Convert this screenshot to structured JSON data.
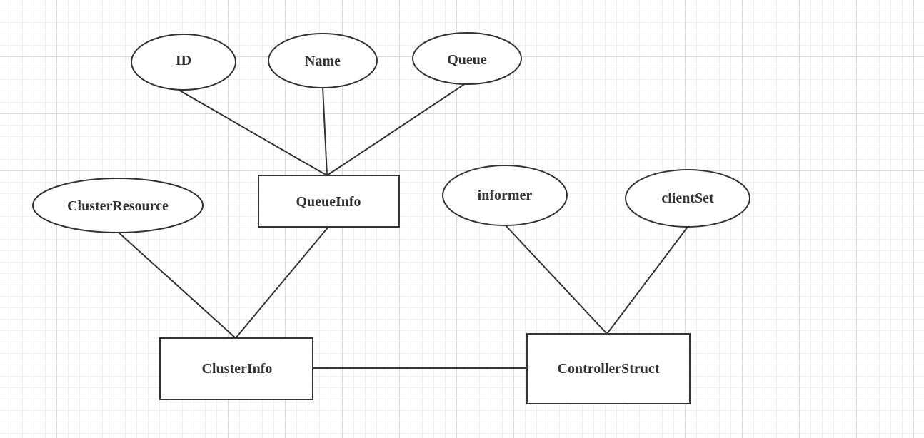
{
  "diagram": {
    "entities": {
      "queue_info": "QueueInfo",
      "cluster_info": "ClusterInfo",
      "controller_struct": "ControllerStruct"
    },
    "attributes": {
      "id": "ID",
      "name": "Name",
      "queue": "Queue",
      "cluster_resource": "ClusterResource",
      "informer": "informer",
      "client_set": "clientSet"
    },
    "relationships": [
      {
        "from": "ID",
        "to": "QueueInfo"
      },
      {
        "from": "Name",
        "to": "QueueInfo"
      },
      {
        "from": "Queue",
        "to": "QueueInfo"
      },
      {
        "from": "ClusterResource",
        "to": "ClusterInfo"
      },
      {
        "from": "QueueInfo",
        "to": "ClusterInfo"
      },
      {
        "from": "informer",
        "to": "ControllerStruct"
      },
      {
        "from": "clientSet",
        "to": "ControllerStruct"
      },
      {
        "from": "ClusterInfo",
        "to": "ControllerStruct"
      }
    ]
  },
  "colors": {
    "stroke": "#333333",
    "fill": "#ffffff",
    "grid": "#d9d9d9"
  }
}
